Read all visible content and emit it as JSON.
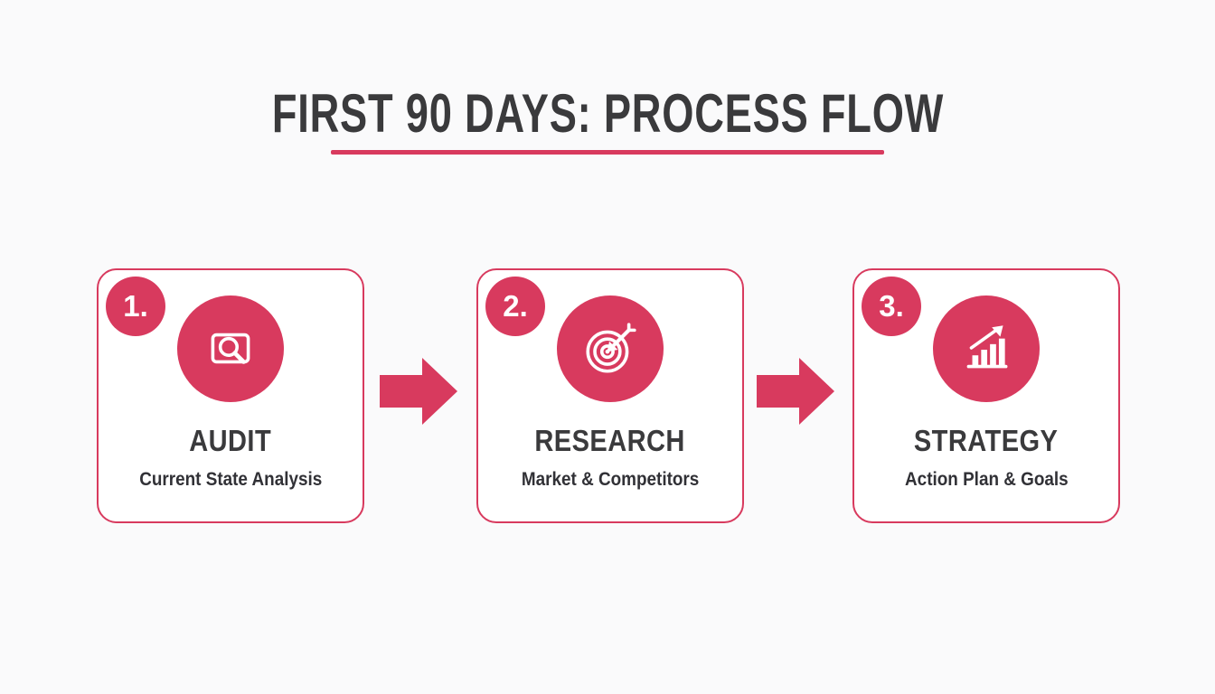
{
  "page": {
    "title": "FIRST 90 DAYS: PROCESS FLOW"
  },
  "colors": {
    "accent": "#D83A5E",
    "title_text": "#3A3A3C",
    "background": "#FAFAFB",
    "card_background": "#FFFFFF",
    "icon_glyph": "#FFFFFF"
  },
  "steps": [
    {
      "number": "1.",
      "title": "AUDIT",
      "subtitle": "Current State Analysis",
      "icon": "document-search-icon"
    },
    {
      "number": "2.",
      "title": "RESEARCH",
      "subtitle": "Market & Competitors",
      "icon": "target-arrow-icon"
    },
    {
      "number": "3.",
      "title": "STRATEGY",
      "subtitle": "Action Plan & Goals",
      "icon": "bar-chart-growth-icon"
    }
  ]
}
